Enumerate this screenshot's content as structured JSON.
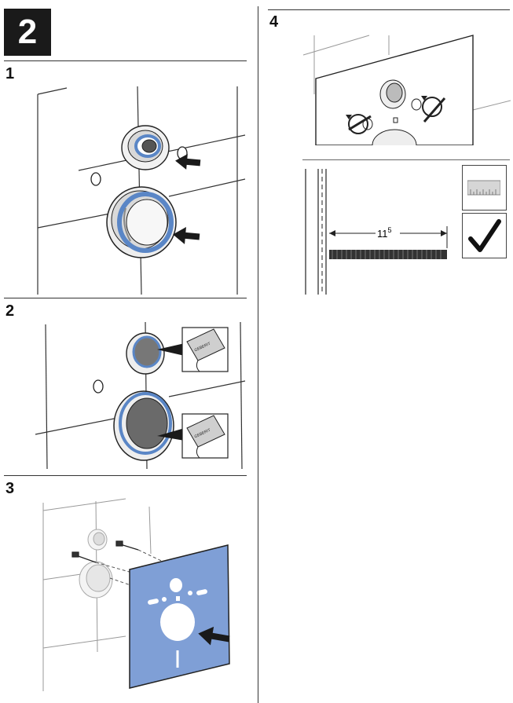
{
  "section_number": "2",
  "steps": [
    {
      "number": "1"
    },
    {
      "number": "2"
    },
    {
      "number": "3"
    },
    {
      "number": "4"
    }
  ],
  "brand_label": "GEBERIT",
  "dimension": {
    "value": "11",
    "superscript": "5"
  },
  "icons": [
    "ruler-icon",
    "checkmark-icon",
    "arrow-icon",
    "rotate-arrow-icon"
  ],
  "colors": {
    "seal_blue": "#5a86c6",
    "mat_blue": "#7f9fd6",
    "ink": "#1a1a1a"
  }
}
